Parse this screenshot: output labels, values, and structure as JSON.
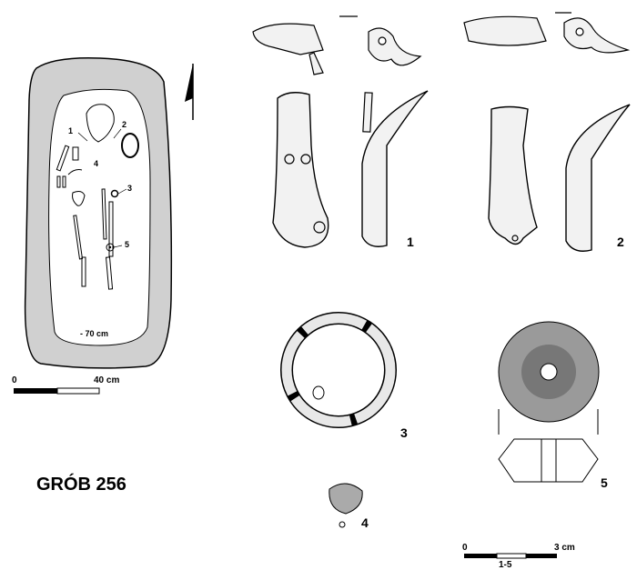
{
  "plate_title": "GRÓB 256",
  "grave_plan": {
    "depth_label": "- 70 cm",
    "find_markers": [
      "1",
      "2",
      "3",
      "4",
      "5"
    ],
    "scale_bar": {
      "start": "0",
      "end": "40 cm"
    }
  },
  "artifacts": [
    {
      "number": "1"
    },
    {
      "number": "2"
    },
    {
      "number": "3"
    },
    {
      "number": "4"
    },
    {
      "number": "5"
    }
  ],
  "artifact_scale_bar": {
    "start": "0",
    "end": "3 cm",
    "range": "1-5"
  },
  "colors": {
    "pit_fill": "#d0d0d0",
    "ink": "#000000",
    "stipple": "#555555"
  }
}
